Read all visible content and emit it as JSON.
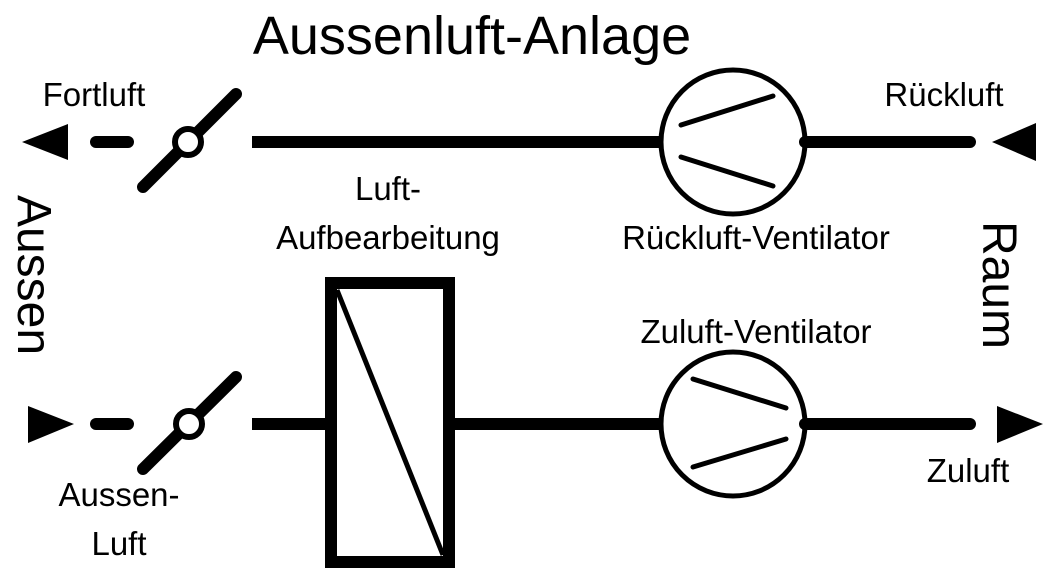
{
  "diagram": {
    "title": "Aussenluft-Anlage",
    "sides": {
      "left": "Aussen",
      "right": "Raum"
    },
    "flows": {
      "exhaust": "Fortluft",
      "return": "Rückluft",
      "outdoor_air_line1": "Aussen-",
      "outdoor_air_line2": "Luft",
      "supply": "Zuluft"
    },
    "components": {
      "treatment_line1": "Luft-",
      "treatment_line2": "Aufbearbeitung",
      "return_fan": "Rückluft-Ventilator",
      "supply_fan": "Zuluft-Ventilator"
    },
    "colors": {
      "stroke": "#000000",
      "background": "#ffffff"
    }
  }
}
